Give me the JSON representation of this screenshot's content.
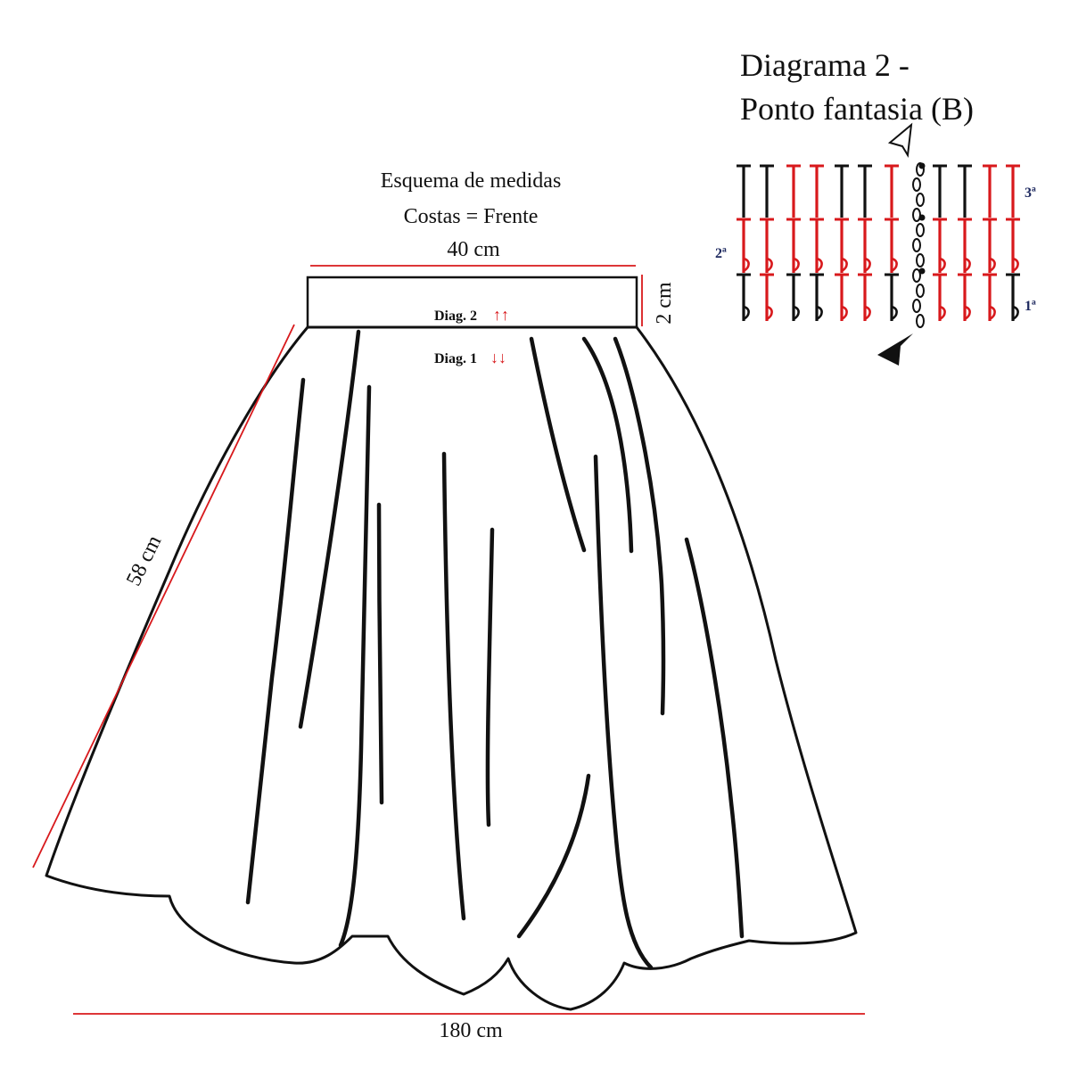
{
  "schema": {
    "title_line1": "Esquema de medidas",
    "title_line2": "Costas =  Frente",
    "waist_width": "40 cm",
    "band_height": "2 cm",
    "length": "58 cm",
    "hem_width": "180 cm",
    "band_label": "Diag. 2",
    "band_arrows": "↑↑",
    "body_label": "Diag. 1",
    "body_arrows": "↓↓"
  },
  "diagram2": {
    "title_line1": "Diagrama 2 -",
    "title_line2": "Ponto fantasia (B)",
    "rows": [
      {
        "label": "1ª",
        "color": "#111111"
      },
      {
        "label": "2ª",
        "color": "#d8191c"
      },
      {
        "label": "3ª",
        "color": "#111111"
      }
    ],
    "start_arrow": "filled-arrow",
    "end_arrow": "open-arrow"
  },
  "colors": {
    "measure_line": "#d8191c",
    "outline": "#111111",
    "row_label": "#1f2a60"
  }
}
